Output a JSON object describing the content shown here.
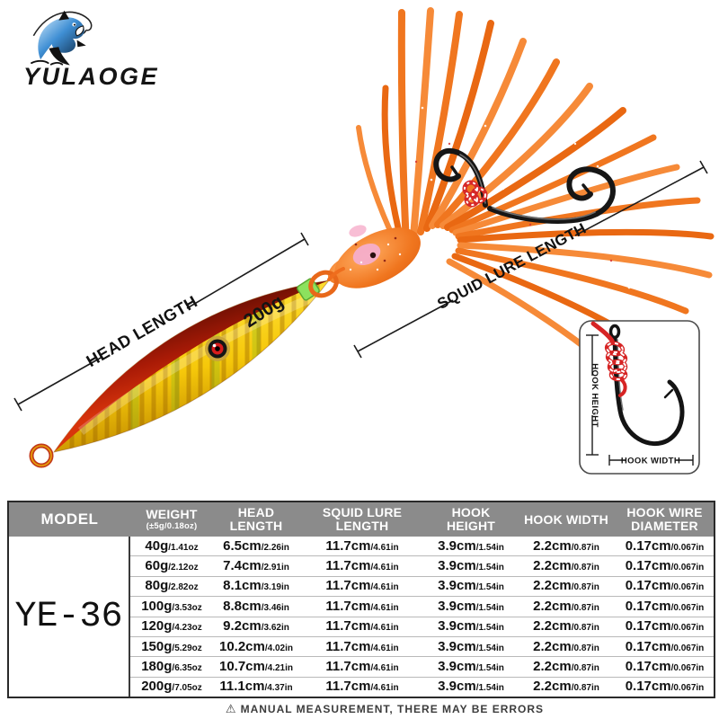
{
  "brand": {
    "name": "YULAOGE"
  },
  "icons": {
    "warning": "⚠",
    "fish_logo": "jumping-fish-with-hook"
  },
  "colors": {
    "header_gray": "#8b8b8b",
    "skirt_orange": "#f0761f",
    "jig_red": "#a81a06",
    "jig_gold": "#f6c80a",
    "logo_blue": "#3f8fd4"
  },
  "scene": {
    "labels": {
      "head_length": "HEAD LENGTH",
      "squid_lure_length": "SQUID LURE LENGTH",
      "weight_marking": "200g"
    },
    "inset": {
      "hook_height": "HOOK HEIGHT",
      "hook_width": "HOOK WIDTH"
    }
  },
  "table": {
    "model": "YE-36",
    "headers": [
      {
        "label": "MODEL"
      },
      {
        "label": "WEIGHT",
        "sub": "(±5g/0.18oz)"
      },
      {
        "label": "HEAD LENGTH"
      },
      {
        "label": "SQUID LURE LENGTH"
      },
      {
        "label": "HOOK HEIGHT"
      },
      {
        "label": "HOOK WIDTH"
      },
      {
        "label": "HOOK WIRE DIAMETER"
      }
    ],
    "rows": [
      {
        "weight": [
          "40g",
          "/1.41oz"
        ],
        "head_length": [
          "6.5cm",
          "/2.26in"
        ],
        "squid_lure_length": [
          "11.7cm",
          "/4.61in"
        ],
        "hook_height": [
          "3.9cm",
          "/1.54in"
        ],
        "hook_width": [
          "2.2cm",
          "/0.87in"
        ],
        "hook_wire_diameter": [
          "0.17cm",
          "/0.067in"
        ]
      },
      {
        "weight": [
          "60g",
          "/2.12oz"
        ],
        "head_length": [
          "7.4cm",
          "/2.91in"
        ],
        "squid_lure_length": [
          "11.7cm",
          "/4.61in"
        ],
        "hook_height": [
          "3.9cm",
          "/1.54in"
        ],
        "hook_width": [
          "2.2cm",
          "/0.87in"
        ],
        "hook_wire_diameter": [
          "0.17cm",
          "/0.067in"
        ]
      },
      {
        "weight": [
          "80g",
          "/2.82oz"
        ],
        "head_length": [
          "8.1cm",
          "/3.19in"
        ],
        "squid_lure_length": [
          "11.7cm",
          "/4.61in"
        ],
        "hook_height": [
          "3.9cm",
          "/1.54in"
        ],
        "hook_width": [
          "2.2cm",
          "/0.87in"
        ],
        "hook_wire_diameter": [
          "0.17cm",
          "/0.067in"
        ]
      },
      {
        "weight": [
          "100g",
          "/3.53oz"
        ],
        "head_length": [
          "8.8cm",
          "/3.46in"
        ],
        "squid_lure_length": [
          "11.7cm",
          "/4.61in"
        ],
        "hook_height": [
          "3.9cm",
          "/1.54in"
        ],
        "hook_width": [
          "2.2cm",
          "/0.87in"
        ],
        "hook_wire_diameter": [
          "0.17cm",
          "/0.067in"
        ]
      },
      {
        "weight": [
          "120g",
          "/4.23oz"
        ],
        "head_length": [
          "9.2cm",
          "/3.62in"
        ],
        "squid_lure_length": [
          "11.7cm",
          "/4.61in"
        ],
        "hook_height": [
          "3.9cm",
          "/1.54in"
        ],
        "hook_width": [
          "2.2cm",
          "/0.87in"
        ],
        "hook_wire_diameter": [
          "0.17cm",
          "/0.067in"
        ]
      },
      {
        "weight": [
          "150g",
          "/5.29oz"
        ],
        "head_length": [
          "10.2cm",
          "/4.02in"
        ],
        "squid_lure_length": [
          "11.7cm",
          "/4.61in"
        ],
        "hook_height": [
          "3.9cm",
          "/1.54in"
        ],
        "hook_width": [
          "2.2cm",
          "/0.87in"
        ],
        "hook_wire_diameter": [
          "0.17cm",
          "/0.067in"
        ]
      },
      {
        "weight": [
          "180g",
          "/6.35oz"
        ],
        "head_length": [
          "10.7cm",
          "/4.21in"
        ],
        "squid_lure_length": [
          "11.7cm",
          "/4.61in"
        ],
        "hook_height": [
          "3.9cm",
          "/1.54in"
        ],
        "hook_width": [
          "2.2cm",
          "/0.87in"
        ],
        "hook_wire_diameter": [
          "0.17cm",
          "/0.067in"
        ]
      },
      {
        "weight": [
          "200g",
          "/7.05oz"
        ],
        "head_length": [
          "11.1cm",
          "/4.37in"
        ],
        "squid_lure_length": [
          "11.7cm",
          "/4.61in"
        ],
        "hook_height": [
          "3.9cm",
          "/1.54in"
        ],
        "hook_width": [
          "2.2cm",
          "/0.87in"
        ],
        "hook_wire_diameter": [
          "0.17cm",
          "/0.067in"
        ]
      }
    ]
  },
  "disclaimer": {
    "text": "MANUAL MEASUREMENT, THERE MAY BE ERRORS"
  }
}
